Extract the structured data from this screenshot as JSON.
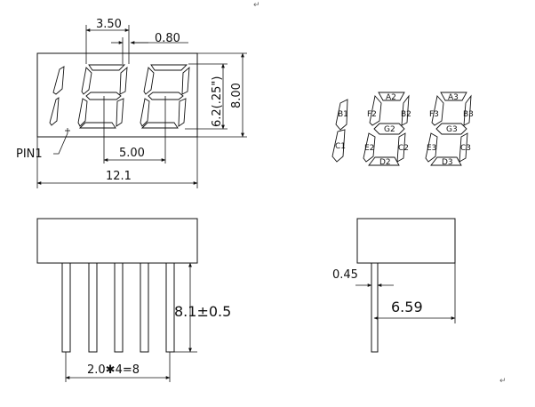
{
  "front_view": {
    "dim_digit_width": "3.50",
    "dim_segment_width": "0.80",
    "dim_digit_height": "6.2(.25\")",
    "dim_body_height": "8.00",
    "dim_digit_pitch": "5.00",
    "dim_body_width": "12.1",
    "pin1_label": "PIN1"
  },
  "segment_map": {
    "digit1": [
      "B1",
      "C1"
    ],
    "digit2": [
      "A2",
      "F2",
      "B2",
      "G2",
      "E2",
      "C2",
      "D2"
    ],
    "digit3": [
      "A3",
      "F3",
      "B3",
      "G3",
      "E3",
      "C3",
      "D3"
    ]
  },
  "side_view": {
    "dim_pin_length": "8.1±0.5",
    "dim_pin_pitch": "2.0✱4=8"
  },
  "end_view": {
    "dim_pin_thickness": "0.45",
    "dim_pin_offset": "6.59"
  },
  "marks": {
    "return_glyph": "↵"
  }
}
